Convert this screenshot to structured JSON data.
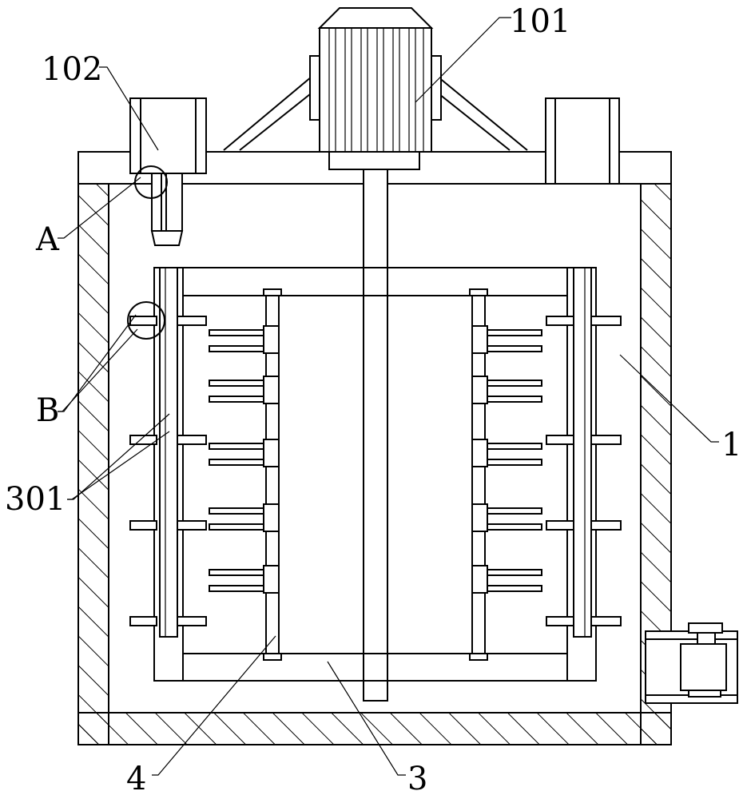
{
  "labels": {
    "motor": "101",
    "inlet": "102",
    "detail_a": "A",
    "detail_b": "B",
    "rod": "301",
    "housing": "1",
    "shaft_stirrer": "4",
    "frame": "3"
  },
  "colors": {
    "line": "#000000",
    "background": "#ffffff"
  }
}
